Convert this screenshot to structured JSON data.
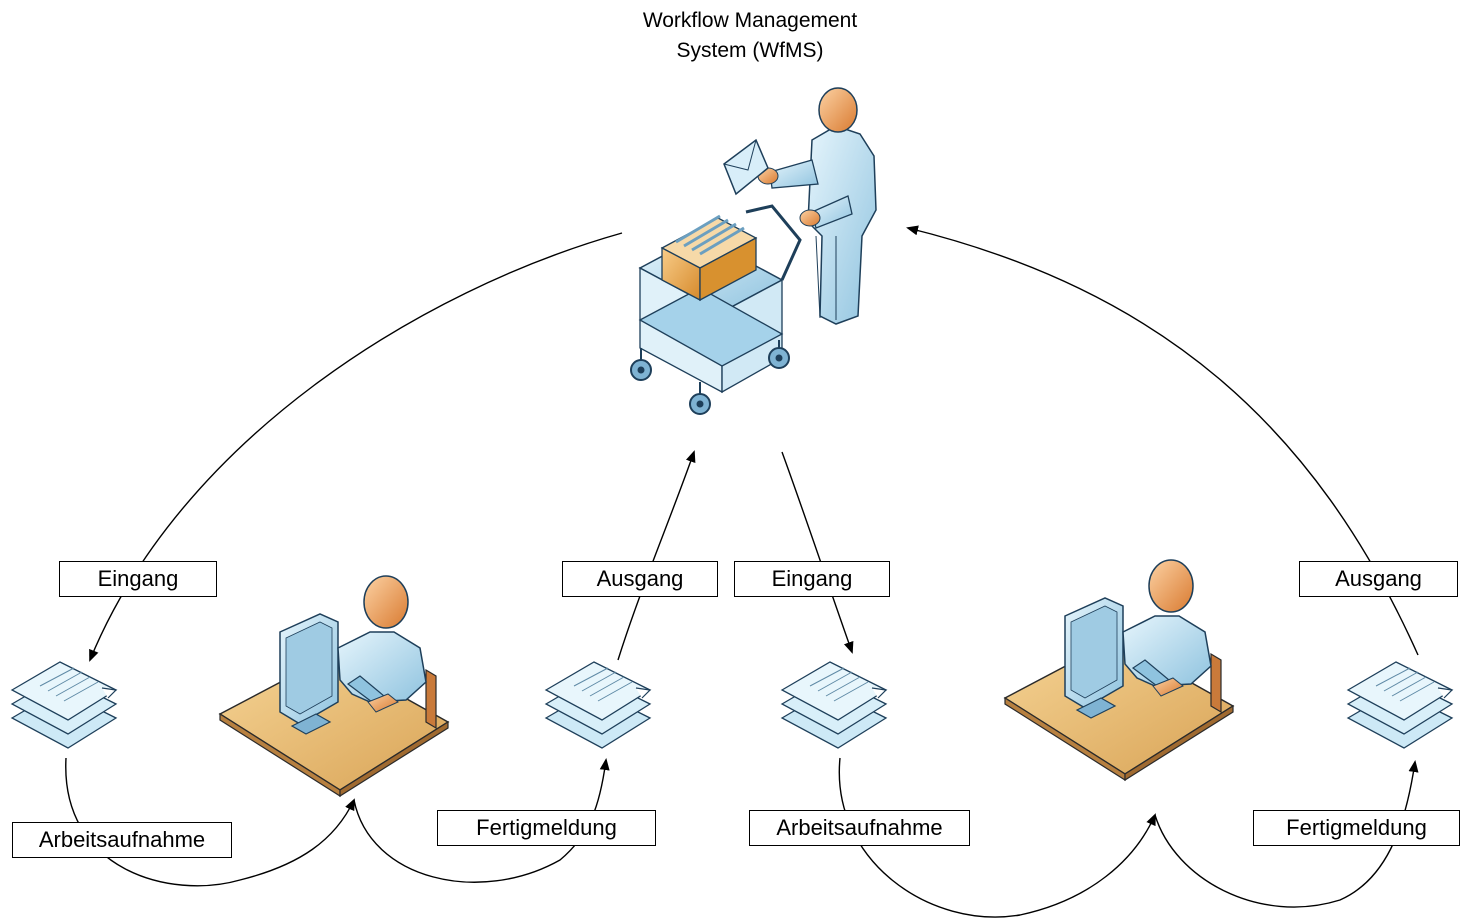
{
  "title": {
    "line1": "Workflow Management",
    "line2": "System (WfMS)"
  },
  "labels": {
    "eingang_left": "Eingang",
    "ausgang_left": "Ausgang",
    "eingang_right": "Eingang",
    "ausgang_right": "Ausgang",
    "arbeitsaufnahme_left": "Arbeitsaufnahme",
    "fertigmeldung_left": "Fertigmeldung",
    "arbeitsaufnahme_right": "Arbeitsaufnahme",
    "fertigmeldung_right": "Fertigmeldung"
  },
  "icons": {
    "central": "workflow-clerk-with-cart-icon",
    "workstation": "person-at-computer-desk-icon",
    "stack": "document-stack-icon"
  },
  "colors": {
    "line": "#000000",
    "skin": "#f0a860",
    "clothing": "#a9d4ea",
    "desk": "#e6b86a",
    "cart": "#b8ddef",
    "box": "#e8a84c",
    "paper": "#d8eef9"
  }
}
